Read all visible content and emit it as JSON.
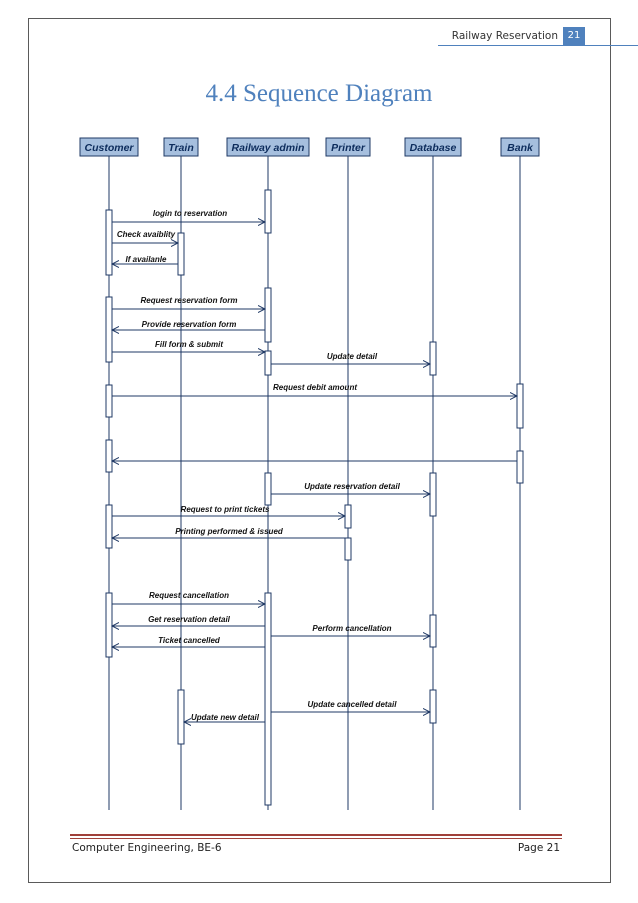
{
  "header": {
    "title": "Railway Reservation",
    "page_number": "21"
  },
  "section_title": "4.4 Sequence Diagram",
  "footer": {
    "left": "Computer Engineering, BE-6",
    "right": "Page 21"
  },
  "diagram": {
    "participants": [
      {
        "id": "customer",
        "label": "Customer"
      },
      {
        "id": "train",
        "label": "Train"
      },
      {
        "id": "admin",
        "label": "Railway admin"
      },
      {
        "id": "printer",
        "label": "Printer"
      },
      {
        "id": "database",
        "label": "Database"
      },
      {
        "id": "bank",
        "label": "Bank"
      }
    ],
    "messages": [
      {
        "from": "customer",
        "to": "admin",
        "label": "login to reservation"
      },
      {
        "from": "customer",
        "to": "train",
        "label": "Check avaiblity"
      },
      {
        "from": "train",
        "to": "customer",
        "label": "If availanle"
      },
      {
        "from": "customer",
        "to": "admin",
        "label": "Request reservation form"
      },
      {
        "from": "admin",
        "to": "customer",
        "label": "Provide reservation form"
      },
      {
        "from": "customer",
        "to": "admin",
        "label": "Fill form & submit"
      },
      {
        "from": "admin",
        "to": "database",
        "label": "Update detail"
      },
      {
        "from": "customer",
        "to": "bank",
        "label": "Request debit amount"
      },
      {
        "from": "bank",
        "to": "customer",
        "label": ""
      },
      {
        "from": "admin",
        "to": "database",
        "label": "Update reservation detail"
      },
      {
        "from": "customer",
        "to": "printer",
        "label": "Request to print tickets"
      },
      {
        "from": "printer",
        "to": "customer",
        "label": "Printing performed & issued"
      },
      {
        "from": "customer",
        "to": "admin",
        "label": "Request cancellation"
      },
      {
        "from": "admin",
        "to": "customer",
        "label": "Get reservation detail"
      },
      {
        "from": "admin",
        "to": "database",
        "label": "Perform cancellation"
      },
      {
        "from": "admin",
        "to": "customer",
        "label": "Ticket cancelled"
      },
      {
        "from": "admin",
        "to": "database",
        "label": "Update cancelled detail"
      },
      {
        "from": "admin",
        "to": "train",
        "label": "Update new detail"
      }
    ]
  }
}
